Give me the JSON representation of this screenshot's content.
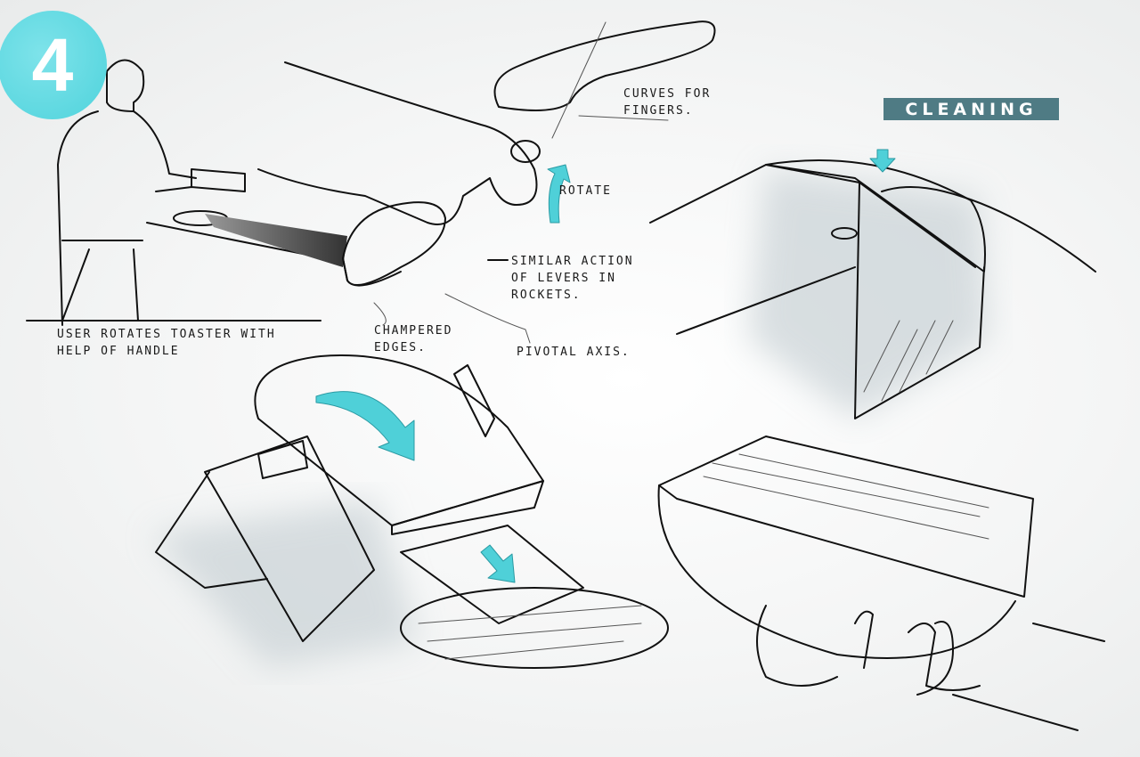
{
  "step_number": "4",
  "section_badge": "CLEANING",
  "annotations": {
    "curves": "Curves for fingers.",
    "rotate": "Rotate",
    "similar_action": "Similar action of levers in rockets.",
    "chamfered": "Champered edges.",
    "pivotal": "Pivotal axis.",
    "user_rotates": "User rotates toaster with help of handle"
  },
  "colors": {
    "accent": "#4fd3dc",
    "badge": "#4f7b84"
  }
}
